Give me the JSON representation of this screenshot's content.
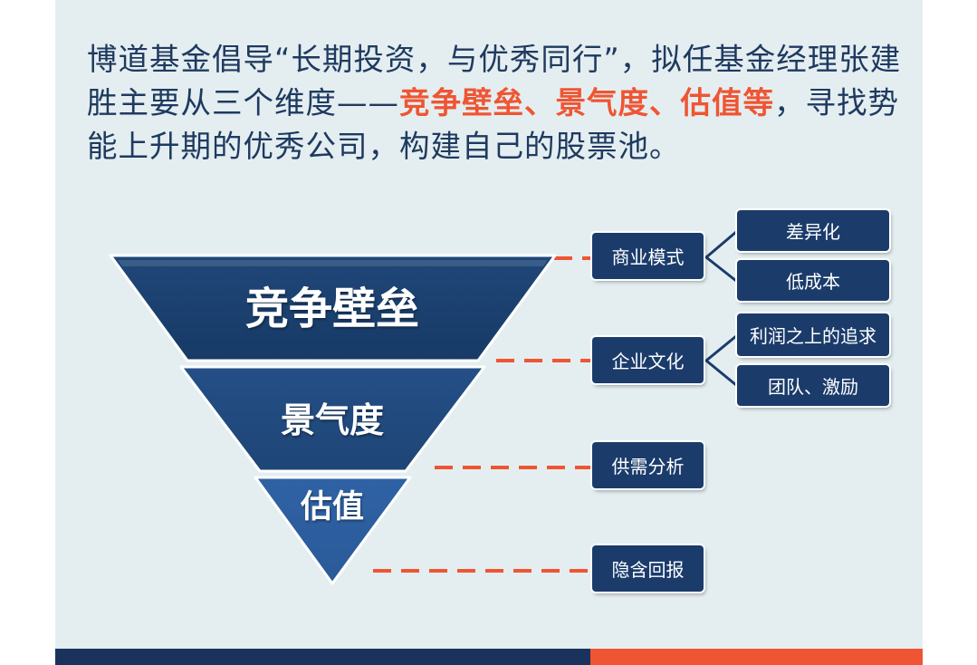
{
  "intro": {
    "text_before": "博道基金倡导“长期投资，与优秀同行”，拟任基金经理张建胜主要从三个维度——",
    "highlight": "竞争壁垒、景气度、估值等",
    "text_after": "，寻找势能上升期的优秀公司，构建自己的股票池。"
  },
  "funnel": {
    "tiers": [
      "竞争壁垒",
      "景气度",
      "估值"
    ]
  },
  "factors": {
    "business_model": "商业模式",
    "corporate_culture": "企业文化",
    "supply_demand": "供需分析",
    "implied_return": "隐含回报"
  },
  "sub_factors": {
    "differentiation": "差异化",
    "low_cost": "低成本",
    "beyond_profit": "利润之上的追求",
    "team_incentive": "团队、激励"
  },
  "colors": {
    "navy": "#1b3c6b",
    "accent": "#ef5533",
    "panel": "#e4eef0"
  }
}
